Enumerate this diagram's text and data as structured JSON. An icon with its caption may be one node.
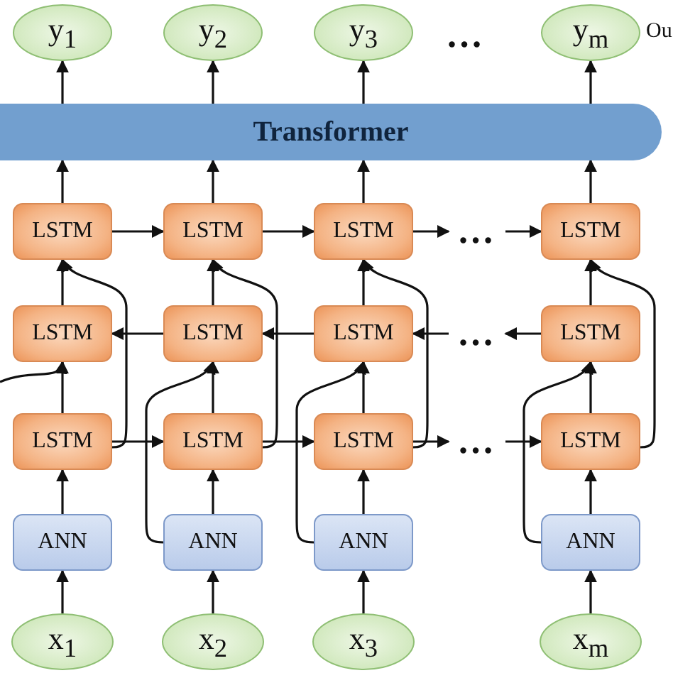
{
  "diagram": {
    "nodes": [
      {
        "text": [
          "y$_{1}$"
        ]
      },
      {
        "text": [
          "y$_{2}$"
        ]
      },
      {
        "text": [
          "y$_{3}$"
        ]
      },
      {
        "text": [
          "y$_{m}$"
        ]
      },
      {
        "text": [
          "Transformer"
        ]
      },
      {
        "text": [
          "LSTM"
        ]
      },
      {
        "text": [
          "LSTM"
        ]
      },
      {
        "text": [
          "LSTM"
        ]
      },
      {
        "text": [
          "…"
        ]
      },
      {
        "text": [
          "LSTM"
        ]
      },
      {
        "text": [
          "LSTM"
        ]
      },
      {
        "text": [
          "LSTM"
        ]
      },
      {
        "text": [
          "LSTM"
        ]
      },
      {
        "text": [
          "…"
        ]
      },
      {
        "text": [
          "LSTM"
        ]
      },
      {
        "text": [
          "LSTM"
        ]
      },
      {
        "text": [
          "LSTM"
        ]
      },
      {
        "text": [
          "LSTM"
        ]
      },
      {
        "text": [
          "…"
        ]
      },
      {
        "text": [
          "LSTM"
        ]
      },
      {
        "text": [
          "ANN"
        ]
      },
      {
        "text": [
          "ANN"
        ]
      },
      {
        "text": [
          "ANN"
        ]
      },
      {
        "text": [
          "ANN"
        ]
      },
      {
        "text": [
          "x$_{1}$"
        ]
      },
      {
        "text": [
          "x$_{2}$"
        ]
      },
      {
        "text": [
          "x$_{3}$"
        ]
      },
      {
        "text": [
          "x$_{m}$"
        ]
      }
    ],
    "edges": [
      {
        "from": 4,
        "to": 0,
        "arrow": "to"
      },
      {
        "from": 4,
        "to": 1,
        "arrow": "to"
      },
      {
        "from": 4,
        "to": 2,
        "arrow": "to"
      },
      {
        "from": 4,
        "to": 3,
        "arrow": "to"
      },
      {
        "from": 5,
        "to": 4,
        "arrow": "to"
      },
      {
        "from": 6,
        "to": 4,
        "arrow": "to"
      },
      {
        "from": 7,
        "to": 4,
        "arrow": "to"
      },
      {
        "from": 9,
        "to": 4,
        "arrow": "to"
      },
      {
        "from": 5,
        "to": 6,
        "arrow": "to"
      },
      {
        "from": 6,
        "to": 7,
        "arrow": "to"
      },
      {
        "from": 7,
        "to": 8,
        "arrow": "to"
      },
      {
        "from": 8,
        "to": 9,
        "arrow": "to"
      },
      {
        "from": 11,
        "to": 10,
        "arrow": "to"
      },
      {
        "from": 12,
        "to": 11,
        "arrow": "to"
      },
      {
        "from": 13,
        "to": 12,
        "arrow": "to"
      },
      {
        "from": 14,
        "to": 13,
        "arrow": "to"
      },
      {
        "from": 15,
        "to": 16,
        "arrow": "to"
      },
      {
        "from": 16,
        "to": 17,
        "arrow": "to"
      },
      {
        "from": 17,
        "to": 18,
        "arrow": "to"
      },
      {
        "from": 18,
        "to": 19,
        "arrow": "to"
      },
      {
        "from": 10,
        "to": 5,
        "arrow": "to"
      },
      {
        "from": 11,
        "to": 6,
        "arrow": "to"
      },
      {
        "from": 12,
        "to": 7,
        "arrow": "to"
      },
      {
        "from": 14,
        "to": 9,
        "arrow": "to"
      },
      {
        "from": 15,
        "to": 10,
        "arrow": "to"
      },
      {
        "from": 16,
        "to": 11,
        "arrow": "to"
      },
      {
        "from": 17,
        "to": 12,
        "arrow": "to"
      },
      {
        "from": 19,
        "to": 14,
        "arrow": "to"
      },
      {
        "from": 20,
        "to": 15,
        "arrow": "to"
      },
      {
        "from": 21,
        "to": 16,
        "arrow": "to"
      },
      {
        "from": 22,
        "to": 17,
        "arrow": "to"
      },
      {
        "from": 23,
        "to": 19,
        "arrow": "to"
      },
      {
        "from": 24,
        "to": 20,
        "arrow": "to"
      },
      {
        "from": 25,
        "to": 21,
        "arrow": "to"
      },
      {
        "from": 26,
        "to": 22,
        "arrow": "to"
      },
      {
        "from": 27,
        "to": 23,
        "arrow": "to"
      },
      {
        "from": 15,
        "to": 5,
        "arrow": "to"
      },
      {
        "from": 16,
        "to": 6,
        "arrow": "to"
      },
      {
        "from": 17,
        "to": 7,
        "arrow": "to"
      },
      {
        "from": 19,
        "to": 9,
        "arrow": "to"
      },
      {
        "from": null,
        "to": 10,
        "arrow": "to"
      },
      {
        "from": 21,
        "to": 11,
        "arrow": "to"
      },
      {
        "from": 22,
        "to": 12,
        "arrow": "to"
      },
      {
        "from": 23,
        "to": 14,
        "arrow": "to"
      }
    ],
    "labels": [
      "…",
      "Ou"
    ]
  }
}
